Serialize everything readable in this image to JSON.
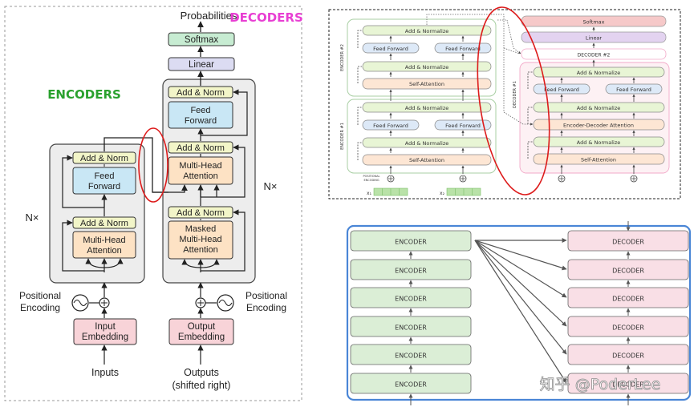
{
  "left": {
    "top_label": "Probabilities",
    "decoders_title": "DECODERS",
    "encoders_title": "ENCODERS",
    "softmax": "Softmax",
    "linear": "Linear",
    "dec_add_norm": "Add & Norm",
    "dec_ff_line1": "Feed",
    "dec_ff_line2": "Forward",
    "dec_mha_line1": "Multi-Head",
    "dec_mha_line2": "Attention",
    "dec_masked_line1": "Masked",
    "dec_masked_line2": "Multi-Head",
    "dec_masked_line3": "Attention",
    "enc_add_norm": "Add & Norm",
    "enc_ff_line1": "Feed",
    "enc_ff_line2": "Forward",
    "enc_mha_line1": "Multi-Head",
    "enc_mha_line2": "Attention",
    "nx": "N×",
    "pos_enc_line1": "Positional",
    "pos_enc_line2": "Encoding",
    "input_emb_line1": "Input",
    "input_emb_line2": "Embedding",
    "output_emb_line1": "Output",
    "output_emb_line2": "Embedding",
    "inputs": "Inputs",
    "outputs_line1": "Outputs",
    "outputs_line2": "(shifted right)"
  },
  "top_right": {
    "softmax": "Softmax",
    "linear": "Linear",
    "decoder2": "DECODER #2",
    "decoder1": "DECODER #1",
    "encoder2": "ENCODER #2",
    "encoder1": "ENCODER #1",
    "add_normalize": "Add & Normalize",
    "feed_forward": "Feed Forward",
    "self_attention": "Self-Attention",
    "enc_dec_attention": "Encoder-Decoder Attention",
    "positional_encoding_line1": "POSITIONAL",
    "positional_encoding_line2": "ENCODING",
    "x1": "x₁",
    "x2": "x₂"
  },
  "bottom_right": {
    "encoders": [
      "ENCODER",
      "ENCODER",
      "ENCODER",
      "ENCODER",
      "ENCODER",
      "ENCODER"
    ],
    "decoders": [
      "DECODER",
      "DECODER",
      "DECODER",
      "DECODER",
      "DECODER",
      "DECODER"
    ],
    "watermark": "知乎 @PoderLee"
  },
  "colors": {
    "add_norm": "#f2f5c8",
    "feed_forward": "#c9e7f5",
    "attention": "#fde2c4",
    "embedding": "#f8d3d8",
    "linear": "#dcdcf2",
    "softmax": "#c7ecd2",
    "decoders_title": "#e83fd3",
    "encoders_title": "#2aa12e",
    "red_highlight": "#dd1b1b",
    "enc_block_br": "#dbeed6",
    "dec_block_br": "#f9dfe6",
    "br_border": "#4a86d6"
  }
}
